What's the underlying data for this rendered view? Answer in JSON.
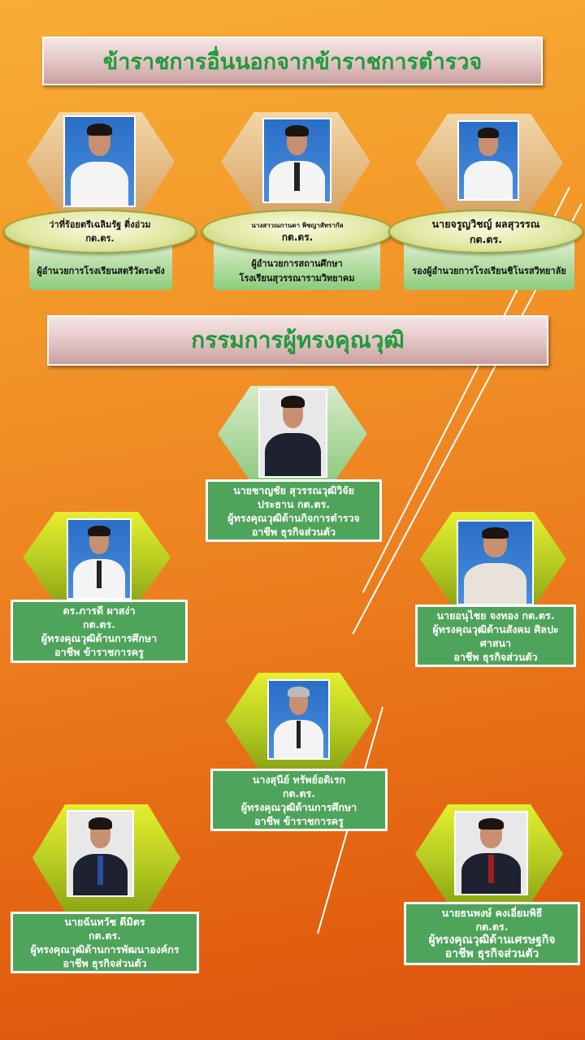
{
  "section1": {
    "title": "ข้าราชการอื่นนอกจากข้าราชการตำรวจ",
    "members": [
      {
        "name": "ว่าที่ร้อยตรีเฉลิมรัฐ  ติ่งอ่วม",
        "role": "กต.ตร.",
        "position": [
          "ผู้อำนวยการโรงเรียนสตรีวัดระฆัง"
        ]
      },
      {
        "name": "นางสาวณกานดา พิชญาสัทรากัล",
        "role": "กต.ตร.",
        "position": [
          "ผู้อำนวยการสถานศึกษา",
          "โรงเรียนสุวรรณารามวิทยาคม"
        ]
      },
      {
        "name": "นายจรูญวิชญ์ ผลสุวรรณ",
        "role": "กต.ตร.",
        "position": [
          "รองผู้อำนวยการโรงเรียนชิโนรสวิทยาลัย"
        ]
      }
    ]
  },
  "section2": {
    "title": "กรรมการผู้ทรงคุณวุฒิ",
    "members": [
      {
        "lines": [
          "นายชาญชัย สุวรรณวุฒิวิจัย",
          "ประธาน กต.ตร.",
          "ผู้ทรงคุณวุฒิด้านกิจการตำรวจ",
          "อาชีพ ธุรกิจส่วนตัว"
        ]
      },
      {
        "lines": [
          "ดร.ภารดี  ผาสง่า",
          "กต.ตร.",
          "ผู้ทรงคุณวุฒิด้านการศึกษา",
          "อาชีพ ข้าราชการครู"
        ]
      },
      {
        "lines": [
          "นายอนุไชย จงทอง กต.ตร.",
          "ผู้ทรงคุณวุฒิด้านสังคม ศิลปะ",
          "ศาสนา",
          "อาชีพ ธุรกิจส่วนตัว"
        ]
      },
      {
        "lines": [
          "นางสุนีย์ ทรัพย์อดิเรก",
          "กต.ตร.",
          "ผู้ทรงคุณวุฒิด้านการศึกษา",
          "อาชีพ ข้าราชการครู"
        ]
      },
      {
        "lines": [
          "นายฉันทวัช ดีมิตร",
          "กต.ตร.",
          "ผู้ทรงคุณวุฒิด้านการพัฒนาองค์กร",
          "อาชีพ ธุรกิจส่วนตัว"
        ]
      },
      {
        "lines": [
          "นายธนพงษ์ คงเอี่ยมพิธี",
          "กต.ตร.",
          "ผู้ทรงคุณวุฒิด้านเศรษฐกิจ",
          "อาชีพ ธุรกิจส่วนตัว"
        ]
      }
    ]
  },
  "colors": {
    "title_green": "#1f9a3b",
    "box_green": "#4ea45a"
  }
}
